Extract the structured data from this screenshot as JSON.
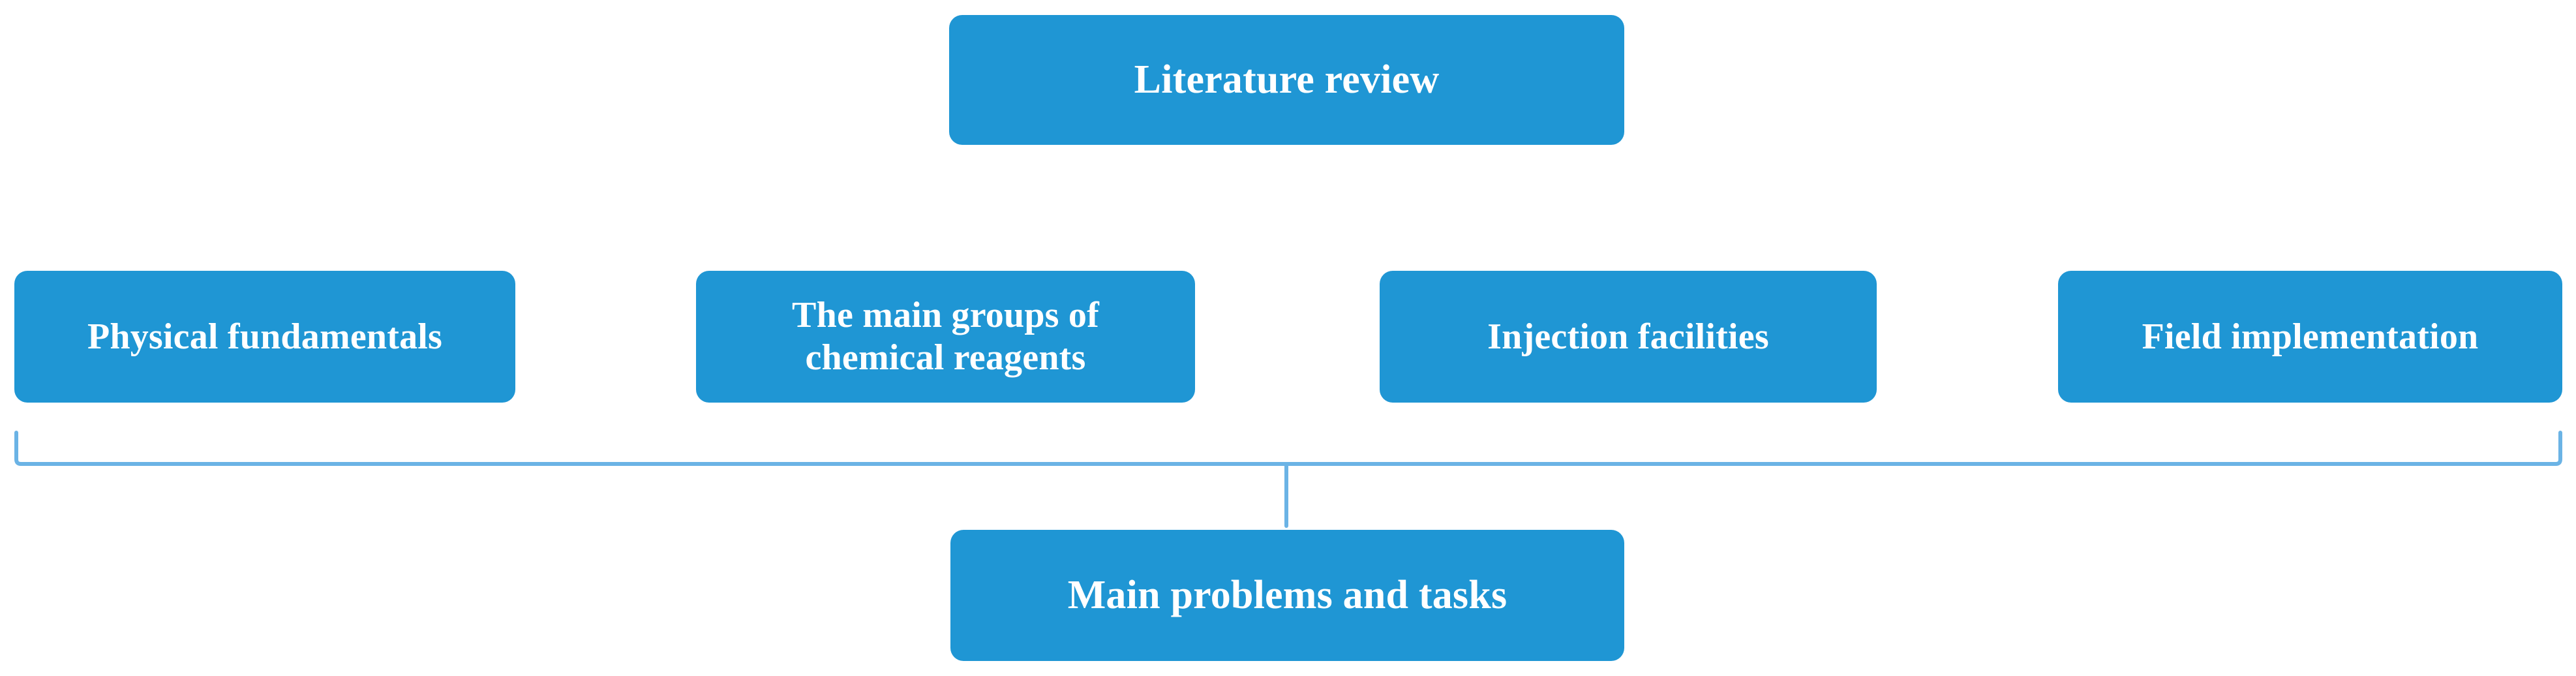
{
  "diagram": {
    "title_node": {
      "id": "literature-review",
      "label": "Literature review"
    },
    "branch_nodes": [
      {
        "id": "physical-fundamentals",
        "label": "Physical fundamentals"
      },
      {
        "id": "chemical-reagents",
        "label": "The main groups of\nchemical reagents"
      },
      {
        "id": "injection-facilities",
        "label": "Injection facilities"
      },
      {
        "id": "field-implementation",
        "label": "Field implementation"
      }
    ],
    "outcome_node": {
      "id": "main-problems-and-tasks",
      "label": "Main problems and tasks"
    },
    "colors": {
      "node_fill": "#1F96D4",
      "node_text": "#FFFFFF",
      "connector_line": "#6BB3E5",
      "background": "#FFFFFF"
    }
  }
}
